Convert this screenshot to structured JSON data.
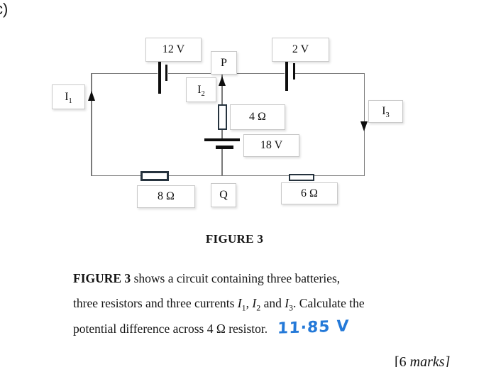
{
  "page": {
    "corner_label": "c)",
    "caption": "FIGURE 3",
    "marks": {
      "prefix": "[6 ",
      "word": "marks",
      "suffix": "]"
    }
  },
  "circuit": {
    "batteries": {
      "b12": {
        "label": "12 V"
      },
      "b2": {
        "label": "2 V"
      },
      "b18": {
        "label": "18 V"
      }
    },
    "resistors": {
      "r4": {
        "label": "4 Ω"
      },
      "r8": {
        "label": "8 Ω"
      },
      "r6": {
        "label": "6 Ω"
      }
    },
    "currents": {
      "i1": {
        "base": "I",
        "sub": "1"
      },
      "i2": {
        "base": "I",
        "sub": "2"
      },
      "i3": {
        "base": "I",
        "sub": "3"
      }
    },
    "nodes": {
      "p": "P",
      "q": "Q"
    }
  },
  "paragraph": {
    "line1_bold": "FIGURE 3",
    "line1_rest": " shows a circuit containing three batteries,",
    "line2_pre": "three resistors and three currents ",
    "current_symbol": "I",
    "sub1": "1",
    "sep1": ", ",
    "sub2": "2",
    "sep2": " and ",
    "sub3": "3",
    "line2_end": ". Calculate the",
    "line3": "potential difference across 4 Ω resistor."
  },
  "annotation": {
    "answer": "11·85 V",
    "answer_color": "#2479d8"
  },
  "colors": {
    "wire_gray": "#7a7a7a",
    "resistor_border": "#26333e",
    "box_border": "#c9c9c9"
  }
}
